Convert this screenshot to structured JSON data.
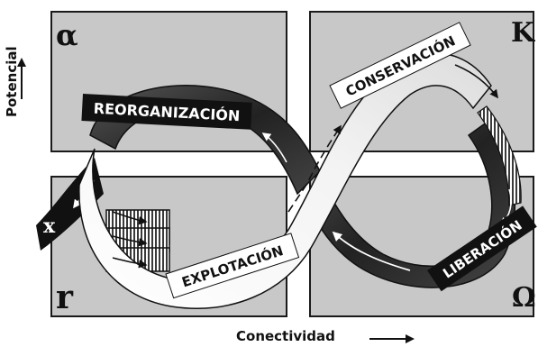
{
  "corners": {
    "alpha": "α",
    "k": "K",
    "r": "r",
    "omega": "Ω",
    "x": "x"
  },
  "phases": {
    "reorganization": "REORGANIZACIÓN",
    "conservation": "CONSERVACIÓN",
    "exploitation": "EXPLOTACIÓN",
    "release": "LIBERACIÓN"
  },
  "axes": {
    "y_label": "Potencial",
    "x_label": "Conectividad"
  },
  "colors": {
    "panel_fill": "#c8c8c8",
    "panel_stroke": "#1a1a1a",
    "ribbon_dark": "#2b2b2b",
    "ribbon_light": "#f4f4f4",
    "label_dark_bg": "#111111",
    "label_light_bg": "#ffffff"
  }
}
